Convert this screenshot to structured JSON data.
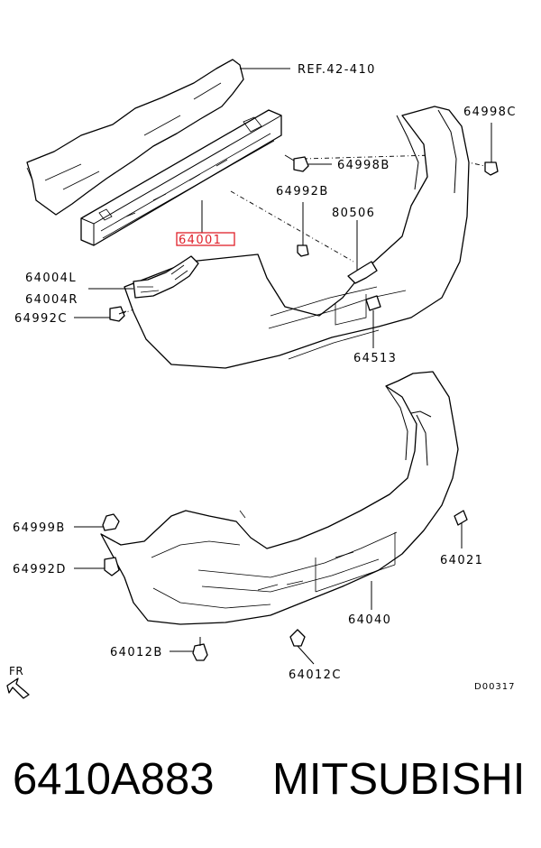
{
  "diagram": {
    "ref_label": "REF.42-410",
    "diagram_code": "D00317",
    "direction_label": "FR",
    "callouts": {
      "p64998C": "64998C",
      "p64998B": "64998B",
      "p64992B": "64992B",
      "p80506": "80506",
      "p64001": "64001",
      "p64004L": "64004L",
      "p64004R": "64004R",
      "p64992C": "64992C",
      "p64513": "64513",
      "p64999B": "64999B",
      "p64992D": "64992D",
      "p64021": "64021",
      "p64040": "64040",
      "p64012B": "64012B",
      "p64012C": "64012C"
    },
    "highlight_color": "#e0202a"
  },
  "footer": {
    "part_number": "6410A883",
    "brand": "MITSUBISHI"
  }
}
